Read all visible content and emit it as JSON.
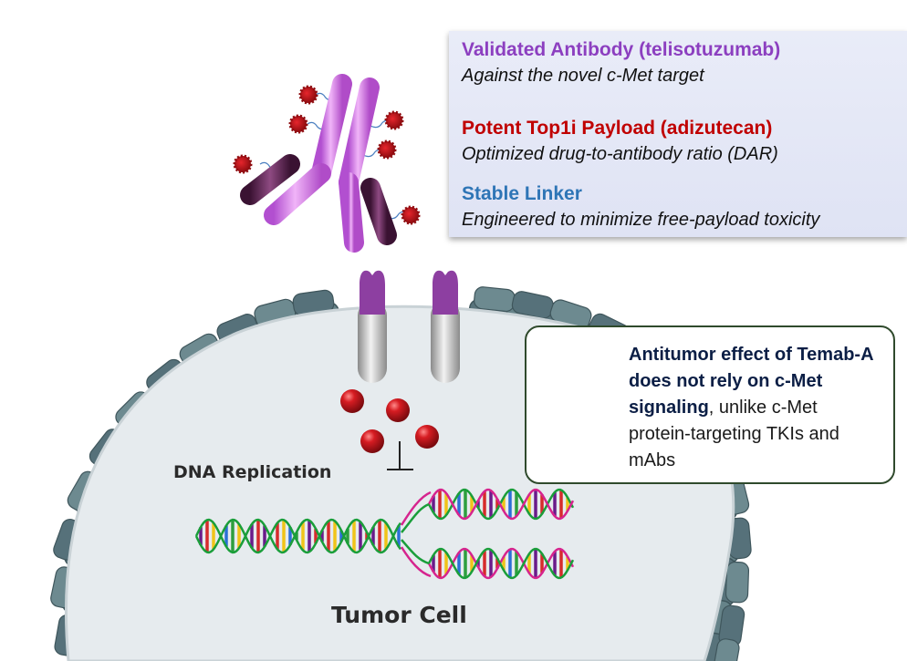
{
  "colors": {
    "antibody_title": "#8c3fc0",
    "payload_title": "#c00000",
    "linker_title": "#2e75b6",
    "cell_membrane": "#5f7c84",
    "cell_interior": "#e6ebee",
    "receptor_purple": "#8d3fa1",
    "payload_red": "#c9151c"
  },
  "info_box": {
    "items": [
      {
        "title": "Validated Antibody (telisotuzumab)",
        "subtitle": "Against the novel c-Met target"
      },
      {
        "title": "Potent Top1i Payload (adizutecan)",
        "subtitle": "Optimized drug-to-antibody ratio (DAR)"
      },
      {
        "title": "Stable Linker",
        "subtitle": "Engineered to minimize free-payload toxicity"
      }
    ]
  },
  "callout": {
    "bold_text": "Antitumor effect of Temab-A does not rely on c-Met signaling",
    "normal_text": ", unlike c-Met protein-targeting TKIs and mAbs",
    "icon": "no-signal-icon"
  },
  "labels": {
    "dna_replication": "DNA Replication",
    "tumor_cell": "Tumor Cell"
  }
}
